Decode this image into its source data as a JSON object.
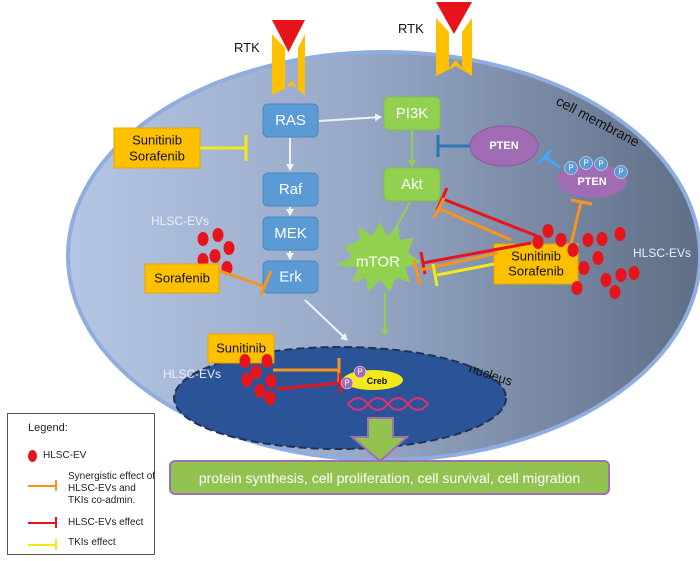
{
  "colors": {
    "cell_fill_left": "#b2c4e2",
    "cell_fill_right": "#66758c",
    "cell_border": "#8fadde",
    "ras_pathway": "#5b9bd5",
    "pi3k_pathway": "#92d050",
    "drug_box": "#ffc000",
    "ev": "#e8141c",
    "pten": "#a06cb4",
    "nucleus": "#2a5398",
    "synergistic": "#f7941d",
    "hlsc_effect": "#e8141c",
    "tki_effect": "#f2e81a",
    "pten_inhibit": "#2e75b6",
    "pten_p_inhibit": "#3fa9f5",
    "receptor": "#ffc000",
    "ligand": "#e8141c"
  },
  "receptors": [
    {
      "label": "RTK"
    },
    {
      "label": "RTK"
    }
  ],
  "membrane_label": "cell membrane",
  "nucleus_label": "nucleus",
  "ras_pathway": {
    "nodes": [
      "RAS",
      "Raf",
      "MEK",
      "Erk"
    ]
  },
  "pi3k_pathway": {
    "nodes": [
      "PI3K",
      "Akt",
      "mTOR"
    ]
  },
  "pten": {
    "pten_label": "PTEN",
    "phospho_pten_label": "PTEN",
    "phospho_label": "P"
  },
  "creb": {
    "label": "Creb",
    "phospho_label": "P"
  },
  "drugs": {
    "ras_inhibitors": [
      "Sunitinib",
      "Sorafenib"
    ],
    "erk_inhibitor": "Sorafenib",
    "mtor_inhibitors": [
      "Sunitinib",
      "Sorafenib"
    ],
    "creb_inhibitor": "Sunitinib"
  },
  "ev_labels": {
    "erk_group": "HLSC-EVs",
    "mtor_group": "HLSC-EVs",
    "creb_group": "HLSC-EVs"
  },
  "outcome": "protein synthesis, cell proliferation,  cell survival, cell migration",
  "legend": {
    "title": "Legend:",
    "items": [
      {
        "type": "dot",
        "label": "HLSC-EV"
      },
      {
        "type": "synergistic-line",
        "label": "Synergistic effect of HLSC-EVs and TKIs co-admin."
      },
      {
        "type": "hlsc-line",
        "label": "HLSC-EVs effect"
      },
      {
        "type": "tki-line",
        "label": "TKIs effect"
      }
    ]
  }
}
